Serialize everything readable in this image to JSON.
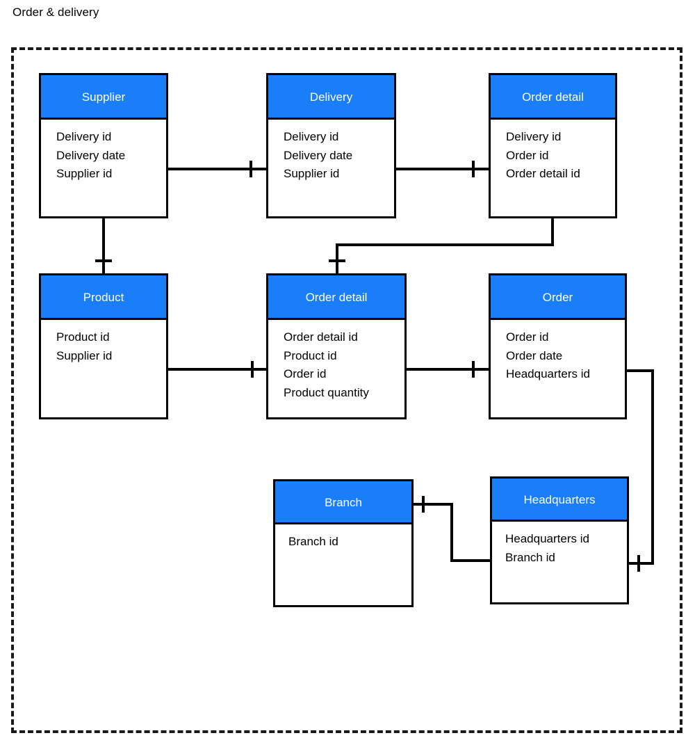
{
  "diagram": {
    "title": "Order & delivery",
    "header_color": "#1a7ef8",
    "line_color": "#000000",
    "frame_style": "dashed"
  },
  "entities": [
    {
      "id": "supplier",
      "name": "Supplier",
      "attributes": [
        "Delivery id",
        "Delivery date",
        "Supplier id"
      ]
    },
    {
      "id": "delivery",
      "name": "Delivery",
      "attributes": [
        "Delivery id",
        "Delivery date",
        "Supplier id"
      ]
    },
    {
      "id": "order-detail-top",
      "name": "Order detail",
      "attributes": [
        "Delivery id",
        "Order id",
        "Order detail id"
      ]
    },
    {
      "id": "product",
      "name": "Product",
      "attributes": [
        "Product id",
        "Supplier id"
      ]
    },
    {
      "id": "order-detail-mid",
      "name": "Order detail",
      "attributes": [
        "Order detail id",
        "Product id",
        "Order id",
        "Product quantity"
      ]
    },
    {
      "id": "order",
      "name": "Order",
      "attributes": [
        "Order id",
        "Order date",
        "Headquarters id"
      ]
    },
    {
      "id": "branch",
      "name": "Branch",
      "attributes": [
        "Branch id"
      ]
    },
    {
      "id": "headquarters",
      "name": "Headquarters",
      "attributes": [
        "Headquarters id",
        "Branch id"
      ]
    }
  ],
  "relationships": [
    {
      "id": "supplier-delivery",
      "from": "supplier",
      "to": "delivery",
      "marker": "one"
    },
    {
      "id": "delivery-order-detail-top",
      "from": "delivery",
      "to": "order-detail-top",
      "marker": "one"
    },
    {
      "id": "supplier-product",
      "from": "supplier",
      "to": "product",
      "marker": "one"
    },
    {
      "id": "order-detail-top-order-detail-mid",
      "from": "order-detail-top",
      "to": "order-detail-mid",
      "marker": "one"
    },
    {
      "id": "product-order-detail-mid",
      "from": "product",
      "to": "order-detail-mid",
      "marker": "one"
    },
    {
      "id": "order-detail-mid-order",
      "from": "order-detail-mid",
      "to": "order",
      "marker": "one"
    },
    {
      "id": "branch-headquarters",
      "from": "branch",
      "to": "headquarters",
      "marker": "one"
    },
    {
      "id": "order-headquarters",
      "from": "order",
      "to": "headquarters",
      "marker": "one"
    }
  ]
}
